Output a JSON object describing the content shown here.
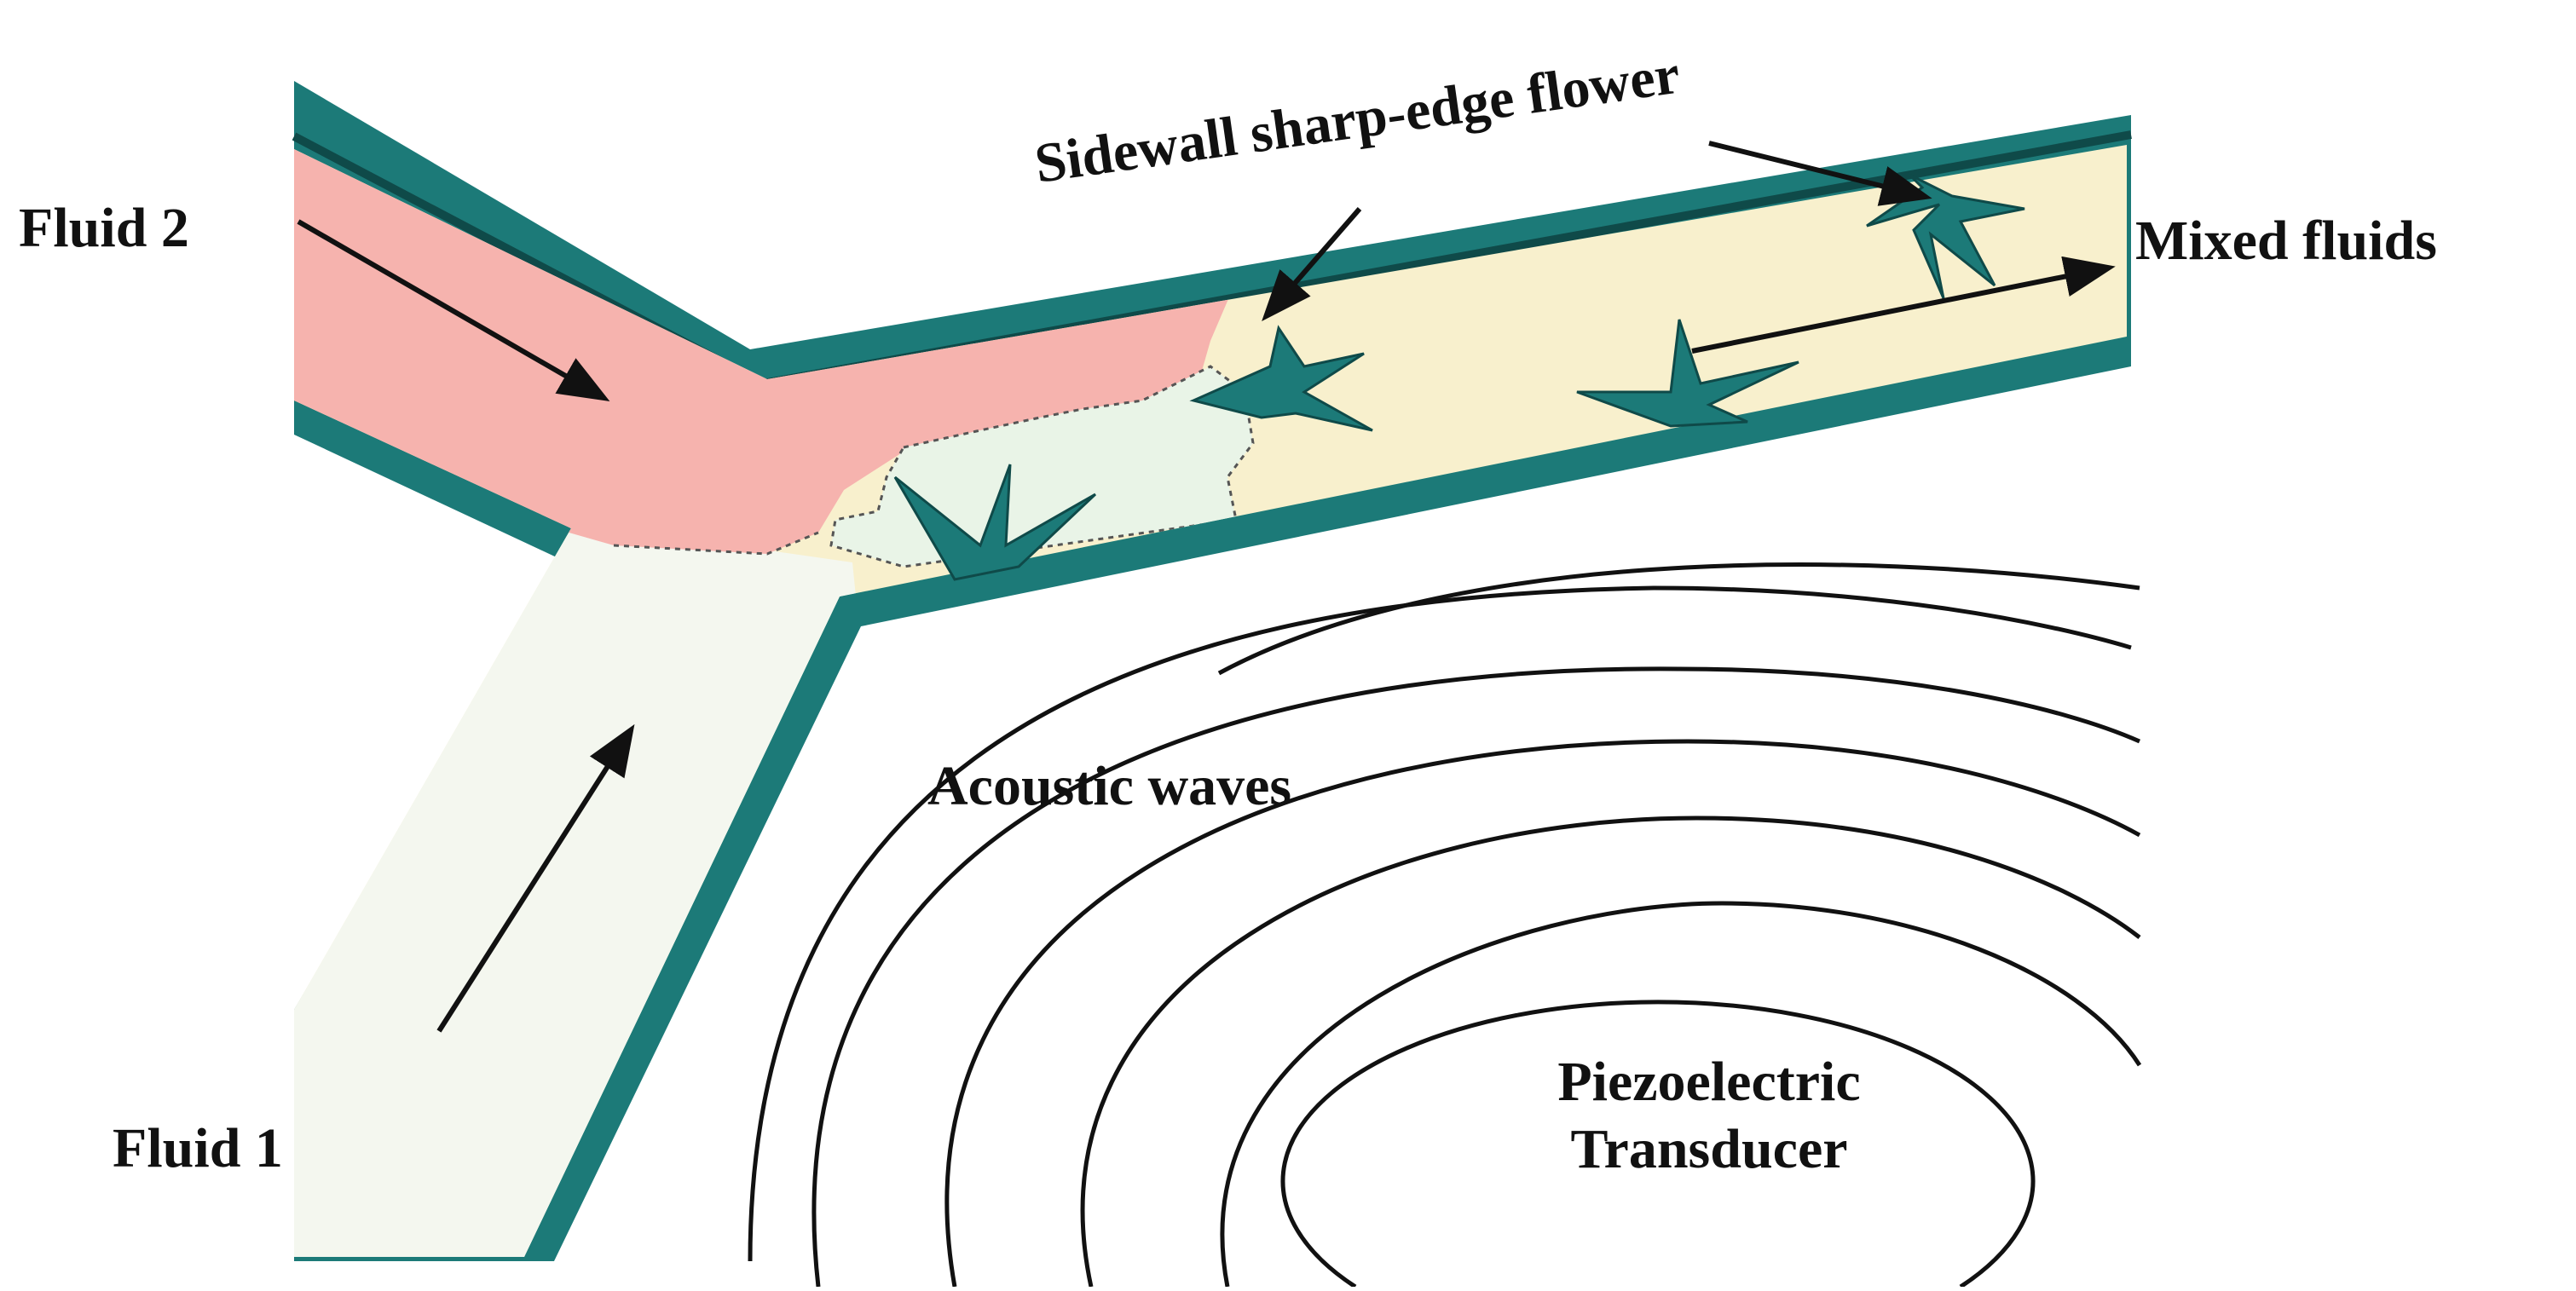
{
  "labels": {
    "fluid2": "Fluid 2",
    "fluid1": "Fluid 1",
    "mixed_fluids": "Mixed fluids",
    "sidewall": "Sidewall sharp-edge flower",
    "acoustic_waves": "Acoustic waves",
    "piezo_line1": "Piezoelectric",
    "piezo_line2": "Transducer"
  },
  "colors": {
    "channel_wall": "#1c7a78",
    "fluid2": "#f6b3ae",
    "fluid1": "#f4f7ef",
    "mixed": "#f8f0cd",
    "mixing_zone": "#e9f4e7",
    "ink": "#111111"
  }
}
